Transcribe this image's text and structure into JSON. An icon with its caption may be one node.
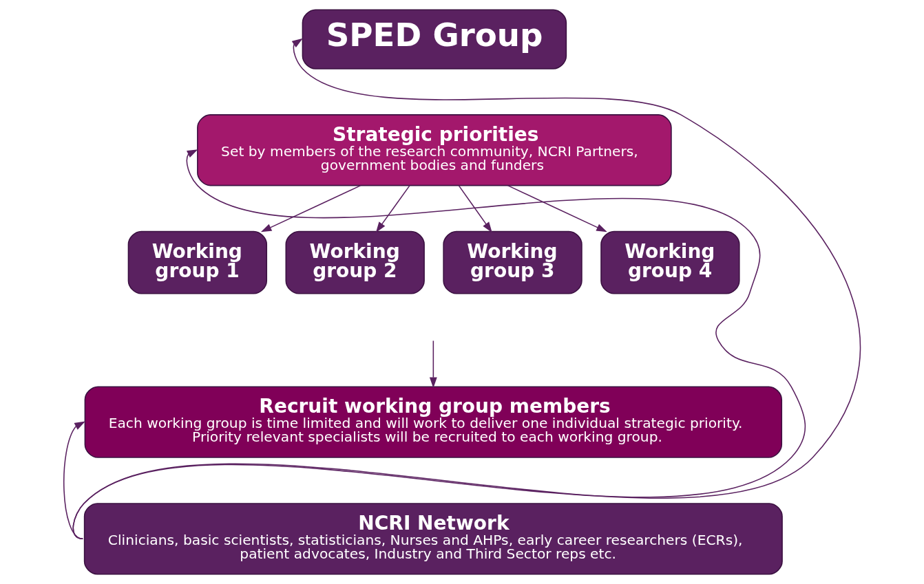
{
  "diagram": {
    "nodes": [
      {
        "text": [
          "SPED Group"
        ]
      },
      {
        "text": [
          "Strategic priorities",
          "Set by members of the research community, NCRI Partners, government bodies and funders"
        ]
      },
      {
        "text": [
          "Working group 1"
        ]
      },
      {
        "text": [
          "Working group 2"
        ]
      },
      {
        "text": [
          "Working group 3"
        ]
      },
      {
        "text": [
          "Working group 4"
        ]
      },
      {
        "text": [
          "Recruit working group members",
          "Each working group is time limited and will work to deliver one individual strategic priority. Priority relevant specialists will be recruited to each working group."
        ]
      },
      {
        "text": [
          "NCRI Network",
          "Clinicians, basic scientists, statisticians, Nurses and AHPs, early career researchers (ECRs), patient advocates, Industry and Third Sector reps etc."
        ]
      }
    ],
    "edges": [
      {
        "from": 1,
        "to": 2,
        "arrow": "to"
      },
      {
        "from": 1,
        "to": 3,
        "arrow": "to"
      },
      {
        "from": 1,
        "to": 4,
        "arrow": "to"
      },
      {
        "from": 1,
        "to": 5,
        "arrow": "to"
      },
      {
        "from": null,
        "to": 6,
        "arrow": "to"
      },
      {
        "from": 7,
        "to": 0,
        "arrow": "to"
      },
      {
        "from": 7,
        "to": 1,
        "arrow": "to"
      },
      {
        "from": 7,
        "to": 6,
        "arrow": "to"
      }
    ]
  }
}
